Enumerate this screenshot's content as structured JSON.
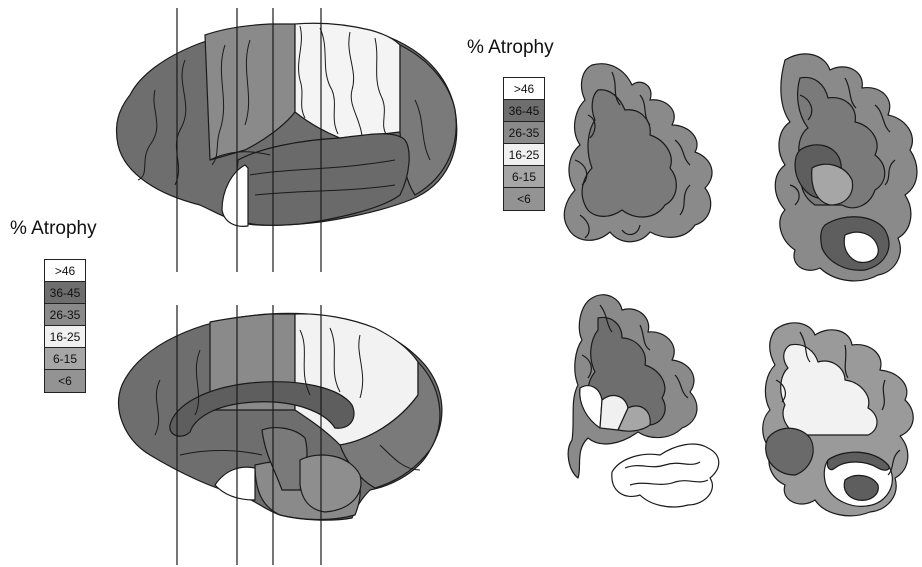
{
  "legend_left": {
    "title": "% Atrophy",
    "items": [
      {
        "label": ">46",
        "color": "#ffffff"
      },
      {
        "label": "36-45",
        "color": "#6e6e6e"
      },
      {
        "label": "26-35",
        "color": "#8a8a8a"
      },
      {
        "label": "16-25",
        "color": "#f0f0f0"
      },
      {
        "label": "6-15",
        "color": "#a6a6a6"
      },
      {
        "label": "<6",
        "color": "#939393"
      }
    ]
  },
  "legend_right": {
    "title": "% Atrophy",
    "items": [
      {
        "label": ">46",
        "color": "#ffffff"
      },
      {
        "label": "36-45",
        "color": "#6e6e6e"
      },
      {
        "label": "26-35",
        "color": "#8a8a8a"
      },
      {
        "label": "16-25",
        "color": "#f0f0f0"
      },
      {
        "label": "6-15",
        "color": "#a6a6a6"
      },
      {
        "label": "<6",
        "color": "#939393"
      }
    ]
  },
  "colors": {
    "outline": "#1a1a1a",
    "very_high": "#ffffff",
    "high": "#6e6e6e",
    "mid": "#8a8a8a",
    "low_mid": "#f0f0f0",
    "low": "#a6a6a6",
    "lowest": "#939393"
  }
}
